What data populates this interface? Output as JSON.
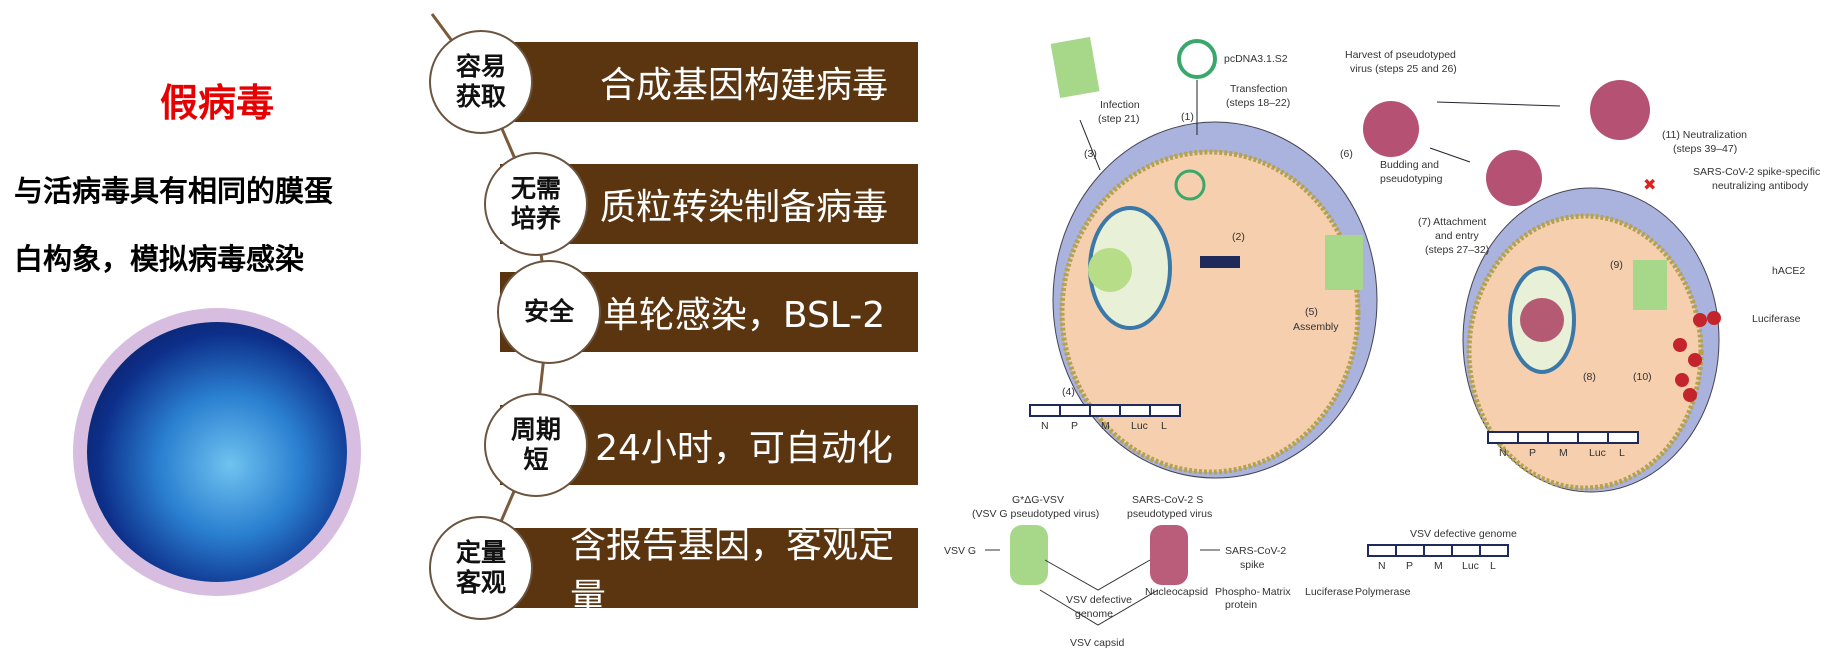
{
  "left": {
    "title": "假病毒",
    "desc_line1": "与活病毒具有相同的膜蛋",
    "desc_line2": "白构象，模拟病毒感染"
  },
  "features": [
    {
      "key": "容易\n获取",
      "key1": "容易",
      "key2": "获取",
      "text": "合成基因构建病毒"
    },
    {
      "key1": "无需",
      "key2": "培养",
      "text": "质粒转染制备病毒"
    },
    {
      "key1": "安全",
      "key2": "",
      "text": "单轮感染，BSL-2"
    },
    {
      "key1": "周期",
      "key2": "短",
      "text": "24小时，可自动化"
    },
    {
      "key1": "定量",
      "key2": "客观",
      "text": "含报告基因，客观定量"
    }
  ],
  "diagram": {
    "pcdna": "pcDNA3.1.S2",
    "transfection1": "Transfection",
    "transfection2": "(steps 18–22)",
    "infection1": "Infection",
    "infection2": "(step 21)",
    "s1": "(1)",
    "s2": "(2)",
    "s3": "(3)",
    "s4": "(4)",
    "s5": "(5)",
    "s6": "(6)",
    "s8": "(8)",
    "s9": "(9)",
    "s10": "(10)",
    "assembly": "Assembly",
    "harvest1": "Harvest of pseudotyped",
    "harvest2": "virus (steps 25 and 26)",
    "budding1": "Budding and",
    "budding2": "pseudotyping",
    "neut1": "(11) Neutralization",
    "neut2": "(steps 39–47)",
    "ab1": "SARS-CoV-2 spike-specific",
    "ab2": "neutralizing antibody",
    "attach1": "(7) Attachment",
    "attach2": "and entry",
    "attach3": "(steps 27–32)",
    "hace2": "hACE2",
    "luciferase": "Luciferase",
    "genes": [
      "N",
      "P",
      "M",
      "Luc",
      "L"
    ],
    "vsvpv1": "G*ΔG-VSV",
    "vsvpv2": "(VSV G pseudotyped virus)",
    "sarspv1": "SARS-CoV-2 S",
    "sarspv2": "pseudotyped virus",
    "vsvg": "VSV G",
    "spike1": "SARS-CoV-2",
    "spike2": "spike",
    "defgen1": "VSV defective",
    "defgen2": "genome",
    "capsid": "VSV capsid",
    "genome_title": "VSV defective genome",
    "gene_names": [
      "Nucleocapsid",
      "Phospho-",
      "Matrix",
      "Luciferase",
      "Polymerase"
    ],
    "protein": "protein"
  }
}
